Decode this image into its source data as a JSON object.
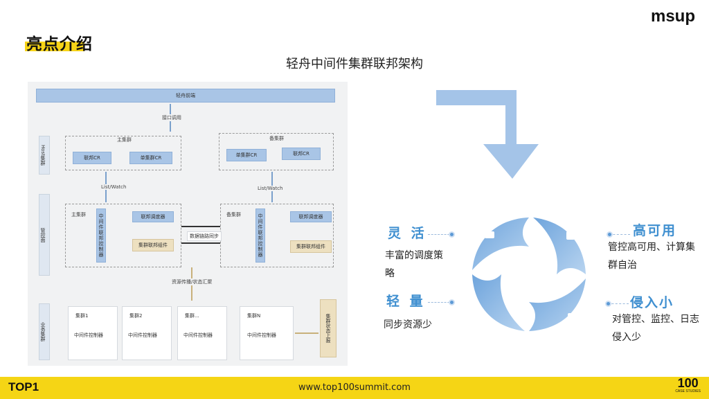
{
  "header": {
    "title": "亮点介绍",
    "logo": "msup",
    "subtitle": "轻舟中间件集群联邦架构"
  },
  "diagram": {
    "frontend": "轻舟前端",
    "api_call": "接口调用",
    "host_cluster": "Host集群",
    "control_plane": "管控面",
    "business_cluster": "业务集群",
    "main_cluster": "主集群",
    "standby_cluster": "备集群",
    "federation_cr": "联邦CR",
    "single_cluster_cr": "单集群CR",
    "list_watch": "List/Watch",
    "mw_federation_controller": "中间件联邦控制器",
    "federation_scheduler": "联邦调度器",
    "cluster_federation_component": "集群联邦组件",
    "data_sync": "数据链路同步",
    "resource_report": "资源传播/状态汇聚",
    "clusters": [
      {
        "name": "集群1",
        "controller": "中间件控制器"
      },
      {
        "name": "集群2",
        "controller": "中间件控制器"
      },
      {
        "name": "集群...",
        "controller": "中间件控制器"
      },
      {
        "name": "集群N",
        "controller": "中间件控制器"
      }
    ],
    "cluster_status_report": "集群状态上报"
  },
  "features": {
    "flexible": {
      "title": "灵 活",
      "text": "丰富的调度策略"
    },
    "high_availability": {
      "title": "高可用",
      "text": "管控高可用、计算集群自治"
    },
    "lightweight": {
      "title": "轻 量",
      "text": "同步资源少"
    },
    "low_intrusion": {
      "title": "侵入小",
      "text": "对管控、监控、日志侵入少"
    }
  },
  "footer": {
    "brand": "TOP1",
    "url": "www.top100summit.com",
    "badge": "100",
    "badge_sub": "CASE STUDIES"
  },
  "colors": {
    "accent_yellow": "#f5d515",
    "accent_blue": "#3f8fd0",
    "petal_blue": "#7fb0e3"
  }
}
